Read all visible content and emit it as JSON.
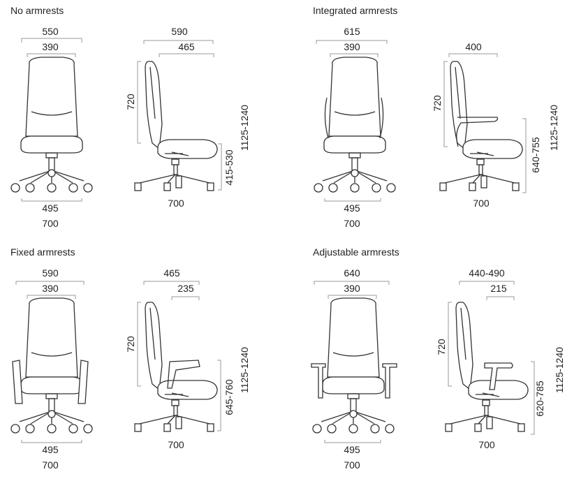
{
  "panels": {
    "no_armrests": {
      "title": "No armrests",
      "front": {
        "overall_width": "550",
        "back_width": "390",
        "base_inner": "495",
        "base_outer": "700"
      },
      "side": {
        "depth": "590",
        "seat_depth": "465",
        "back_height": "720",
        "seat_height": "415-530",
        "total_height": "1125-1240",
        "base": "700"
      }
    },
    "integrated_armrests": {
      "title": "Integrated armrests",
      "front": {
        "overall_width": "615",
        "back_width": "390",
        "base_inner": "495",
        "base_outer": "700"
      },
      "side": {
        "arm_depth": "400",
        "back_height": "720",
        "arm_height": "640-755",
        "total_height": "1125-1240",
        "base": "700"
      }
    },
    "fixed_armrests": {
      "title": "Fixed armrests",
      "front": {
        "overall_width": "590",
        "back_width": "390",
        "base_inner": "495",
        "base_outer": "700"
      },
      "side": {
        "depth": "465",
        "arm_offset": "235",
        "back_height": "720",
        "arm_height": "645-760",
        "total_height": "1125-1240",
        "base": "700"
      }
    },
    "adjustable_armrests": {
      "title": "Adjustable armrests",
      "front": {
        "overall_width": "640",
        "back_width": "390",
        "base_inner": "495",
        "base_outer": "700"
      },
      "side": {
        "depth": "440-490",
        "arm_offset": "215",
        "back_height": "720",
        "arm_height": "620-785",
        "total_height": "1125-1240",
        "base": "700"
      }
    }
  }
}
